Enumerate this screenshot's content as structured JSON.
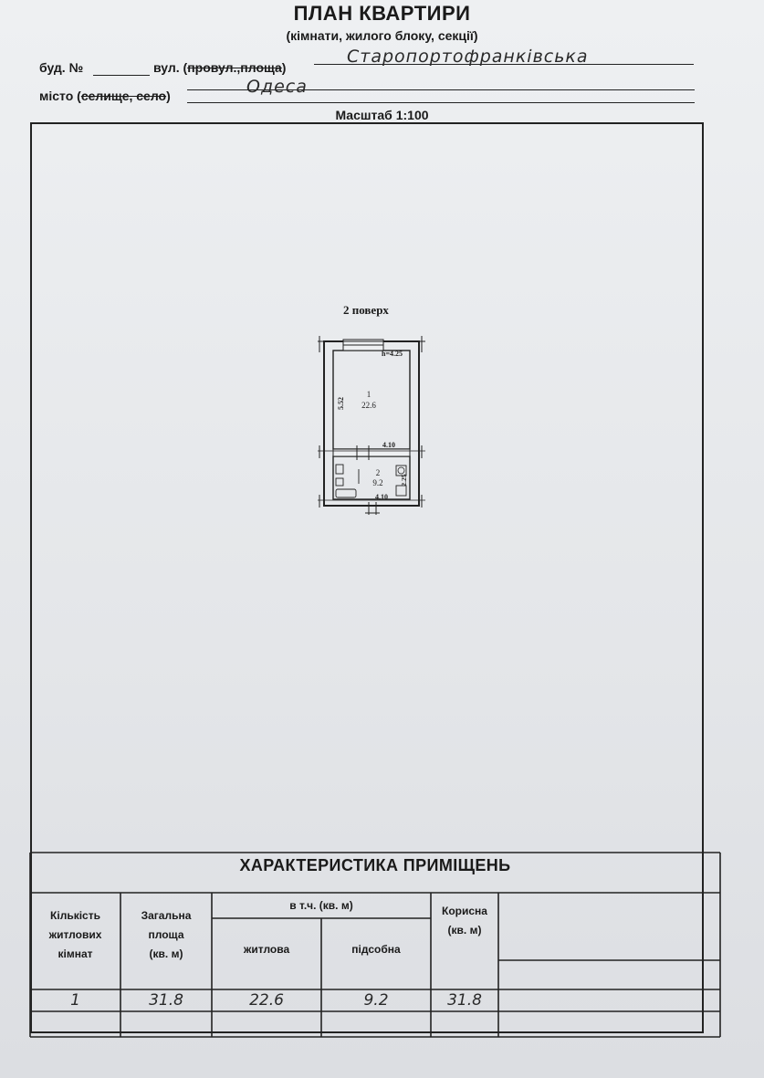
{
  "header": {
    "title": "ПЛАН КВАРТИРИ",
    "subtitle": "(кімнати, жилого блоку, секції)",
    "building_label": "буд. №",
    "street_label": "вул. (",
    "street_struck": "провул.,площа",
    "street_close": ")",
    "street_value": "Старопортофранківська",
    "city_label": "місто (",
    "city_struck": "селище, село",
    "city_close": ")",
    "city_value": "Одеса",
    "scale": "Масштаб 1:100"
  },
  "plan": {
    "floor_label": "2 поверх",
    "height": "h=4.25",
    "room1_number": "1",
    "room1_area": "22.6",
    "room1_length": "5.52",
    "room1_width": "4.10",
    "room2_number": "2",
    "room2_area": "9.2",
    "room2_length": "2.25",
    "room2_width": "4.10"
  },
  "characteristics": {
    "title": "ХАРАКТЕРИСТИКА ПРИМІЩЕНЬ",
    "col_rooms_1": "Кількість",
    "col_rooms_2": "житлових",
    "col_rooms_3": "кімнат",
    "col_total_1": "Загальна",
    "col_total_2": "площа",
    "col_total_3": "(кв. м)",
    "col_including": "в т.ч. (кв. м)",
    "col_living": "житлова",
    "col_auxiliary": "підсобна",
    "col_useful_1": "Корисна",
    "col_useful_2": "(кв. м)",
    "row": {
      "rooms": "1",
      "total": "31.8",
      "living": "22.6",
      "auxiliary": "9.2",
      "useful": "31.8"
    }
  }
}
